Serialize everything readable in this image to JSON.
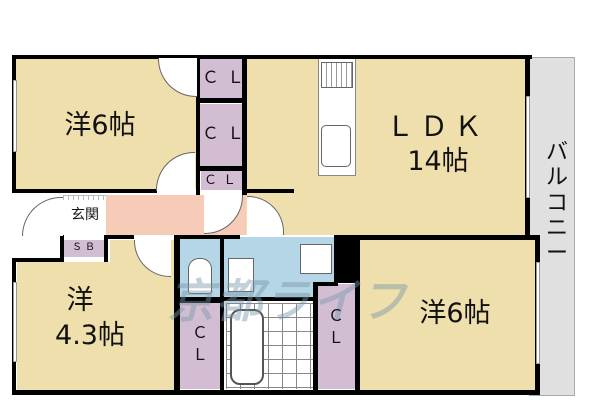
{
  "floor_plan": {
    "rooms": {
      "western_room_nw": {
        "label": "洋6帖"
      },
      "ldk": {
        "label_line1": "ＬＤＫ",
        "label_line2": "14帖"
      },
      "western_room_sw": {
        "label_line1": "洋",
        "label_line2": "4.3帖"
      },
      "western_room_se": {
        "label": "洋6帖"
      },
      "entrance": {
        "label": "玄関"
      },
      "shoe_box": {
        "label": "ＳＢ"
      },
      "balcony": {
        "label": "バルコニー"
      },
      "closets": [
        {
          "label": "ＣＬ"
        },
        {
          "label": "ＣＬ"
        },
        {
          "label": "ＣＬ"
        },
        {
          "label": "Ｃ\nＬ"
        },
        {
          "label": "Ｃ\nＬ"
        }
      ]
    },
    "watermark": "京都ライフ",
    "colors": {
      "room": "#efdfac",
      "closet": "#d3bdd3",
      "hallway": "#f6cbb7",
      "wet_area": "#b5d6e6",
      "balcony": "#e0e0e0",
      "wall": "#000000"
    }
  }
}
